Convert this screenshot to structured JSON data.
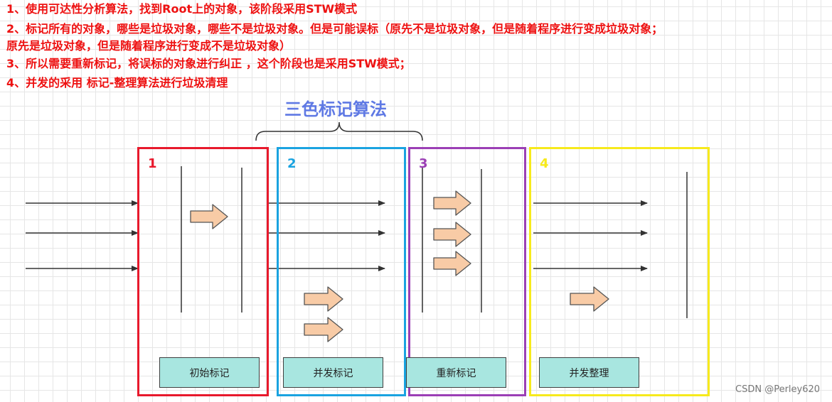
{
  "notes": [
    "1、使用可达性分析算法，找到Root上的对象，该阶段采用STW模式",
    "2、标记所有的对象，哪些是垃圾对象，哪些不是垃圾对象。但是可能误标（原先不是垃圾对象，但是随着程序进行变成垃圾对象；",
    "原先是垃圾对象，但是随着程序进行变成不是垃圾对象）",
    "3、所以需要重新标记，将误标的对象进行纠正 ，这个阶段也是采用STW模式；",
    "4、并发的采用 标记-整理算法进行垃圾清理"
  ],
  "diagram_title": "三色标记算法",
  "phases": [
    {
      "number": "1",
      "label": "初始标记",
      "color": "#e8192c"
    },
    {
      "number": "2",
      "label": "并发标记",
      "color": "#1aa3e0"
    },
    {
      "number": "3",
      "label": "重新标记",
      "color": "#9b3fb5"
    },
    {
      "number": "4",
      "label": "并发整理",
      "color": "#f7ea1c"
    }
  ],
  "colors": {
    "notes": "#ee1111",
    "title": "#5f79e4",
    "label_fill": "#a8e6e0",
    "block_arrow_fill": "#f8cba6",
    "block_arrow_stroke": "#555555",
    "line": "#333333"
  },
  "watermark": "CSDN @Perley620"
}
